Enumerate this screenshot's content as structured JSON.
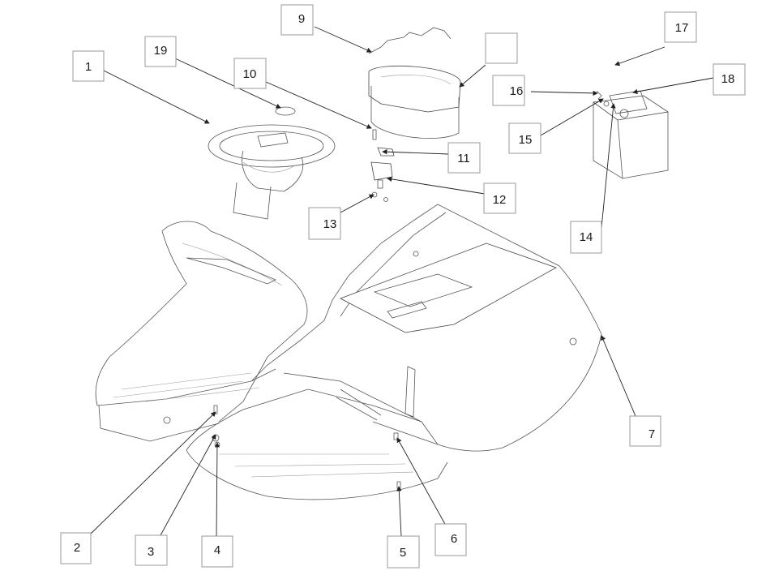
{
  "callouts": [
    {
      "id": "c1",
      "label": "1"
    },
    {
      "id": "c2",
      "label": "2"
    },
    {
      "id": "c3",
      "label": "3"
    },
    {
      "id": "c4",
      "label": "4"
    },
    {
      "id": "c5",
      "label": "5"
    },
    {
      "id": "c6",
      "label": "6"
    },
    {
      "id": "c7",
      "label": "7"
    },
    {
      "id": "c9",
      "label": "9"
    },
    {
      "id": "c10",
      "label": "10"
    },
    {
      "id": "c11",
      "label": "11"
    },
    {
      "id": "c12",
      "label": "12"
    },
    {
      "id": "c13",
      "label": "13"
    },
    {
      "id": "c14",
      "label": "14"
    },
    {
      "id": "c15",
      "label": "15"
    },
    {
      "id": "c16",
      "label": "16"
    },
    {
      "id": "c17",
      "label": "17"
    },
    {
      "id": "c18",
      "label": "18"
    },
    {
      "id": "c19",
      "label": "19"
    },
    {
      "id": "cblank",
      "label": ""
    }
  ]
}
